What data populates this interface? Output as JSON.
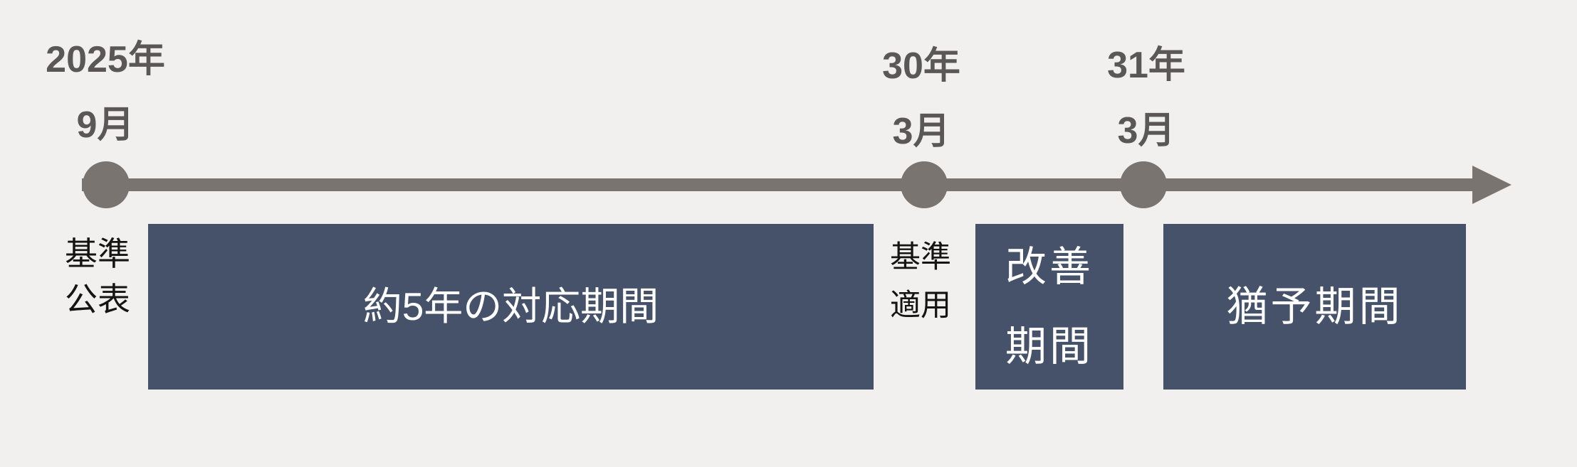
{
  "colors": {
    "background": "#f1f0ee",
    "timeline_gray": "#7a7470",
    "date_text": "#5b5757",
    "milestone_text": "#141414",
    "box_fill": "#45526a",
    "box_text": "#ffffff"
  },
  "timeline": {
    "dates": [
      {
        "line1": "2025年",
        "line2": "9月"
      },
      {
        "line1": "30年",
        "line2": "3月"
      },
      {
        "line1": "31年",
        "line2": "3月"
      }
    ],
    "annotations": [
      {
        "line1": "基準",
        "line2": "公表"
      },
      {
        "line1": "基準",
        "line2": "適用"
      }
    ],
    "periods": [
      {
        "label": "約5年の対応期間"
      },
      {
        "line1": "改善",
        "line2": "期間"
      },
      {
        "label": "猶予期間"
      }
    ]
  }
}
